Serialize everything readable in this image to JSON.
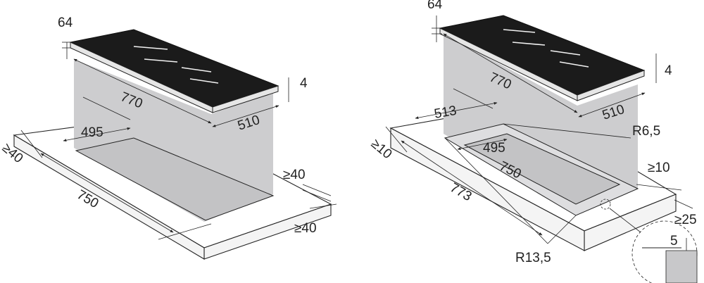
{
  "left_diagram": {
    "labels": {
      "glass_thickness": "64",
      "frame_height": "4",
      "hob_length": "770",
      "hob_depth": "510",
      "cutout_depth": "495",
      "cutout_length": "750",
      "front_clearance": "≥40",
      "right_clearance": "≥40",
      "back_clearance": "≥40"
    }
  },
  "right_diagram": {
    "labels": {
      "glass_thickness": "64",
      "frame_height": "4",
      "hob_length": "770",
      "hob_depth": "510",
      "outer_cutout_depth": "513",
      "inner_cutout_depth": "495",
      "inner_cutout_length": "750",
      "outer_cutout_length": "773",
      "corner_radius_inner": "R6,5",
      "corner_radius_outer": "R13,5",
      "front_clearance": "≥10",
      "side_clearance": "≥10",
      "worktop_min": "≥25",
      "rebate_depth": "5"
    }
  }
}
